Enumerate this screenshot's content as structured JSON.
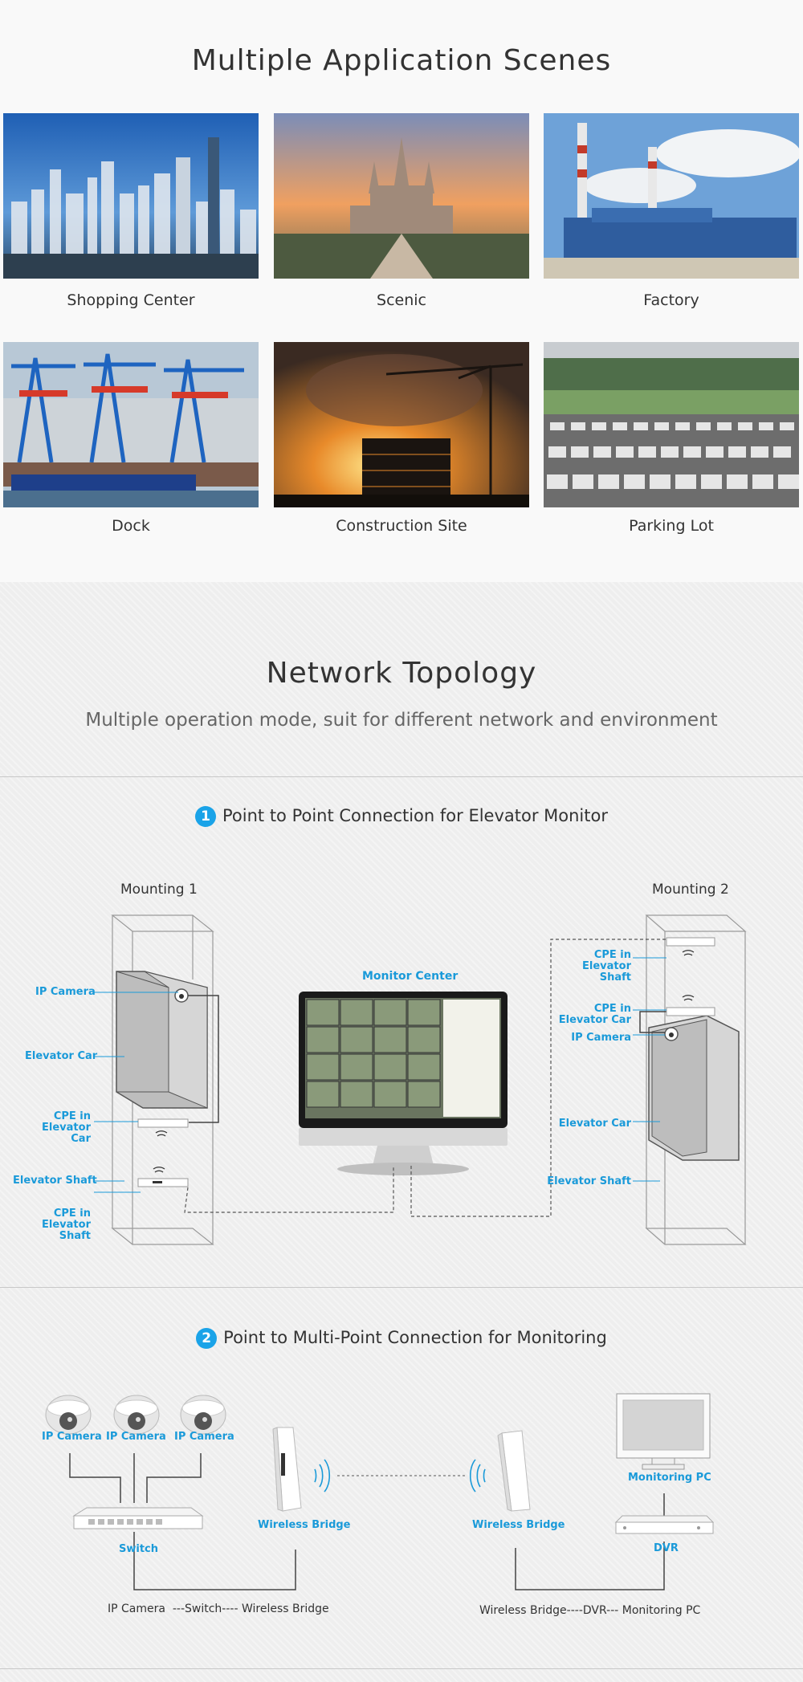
{
  "scenes": {
    "title": "Multiple Application Scenes",
    "items": [
      {
        "label": "Shopping Center"
      },
      {
        "label": "Scenic"
      },
      {
        "label": "Factory"
      },
      {
        "label": "Dock"
      },
      {
        "label": "Construction Site"
      },
      {
        "label": "Parking Lot"
      }
    ]
  },
  "topology": {
    "title": "Network Topology",
    "subtitle": "Multiple operation mode, suit for different network and environment",
    "p2p": {
      "number": "1",
      "title": "Point to Point Connection for Elevator Monitor",
      "mounting1": "Mounting 1",
      "mounting2": "Mounting 2",
      "monitor_center": "Monitor Center",
      "left": {
        "ip_camera": "IP Camera",
        "elevator_car": "Elevator Car",
        "cpe_car_1": "CPE in",
        "cpe_car_2": "Elevator Car",
        "elevator_shaft": "Elevator Shaft",
        "cpe_shaft_1": "CPE in",
        "cpe_shaft_2": "Elevator Shaft"
      },
      "right": {
        "cpe_shaft_1": "CPE in",
        "cpe_shaft_2": "Elevator Shaft",
        "cpe_car_1": "CPE in",
        "cpe_car_2": "Elevator Car",
        "ip_camera": "IP Camera",
        "elevator_car": "Elevator Car",
        "elevator_shaft": "Elevator Shaft"
      }
    },
    "p2mp": {
      "number": "2",
      "title": "Point to Multi-Point Connection for Monitoring",
      "camera1": "IP Camera",
      "camera2": "IP Camera",
      "camera3": "IP Camera",
      "switch": "Switch",
      "bridge_left": "Wireless Bridge",
      "bridge_right": "Wireless Bridge",
      "monitoring_pc": "Monitoring PC",
      "dvr": "DVR",
      "chain_left": "IP Camera  ---Switch---- Wireless Bridge",
      "chain_right": "Wireless Bridge----DVR--- Monitoring PC"
    }
  },
  "colors": {
    "accent": "#1a9ad9",
    "text": "#333333"
  }
}
